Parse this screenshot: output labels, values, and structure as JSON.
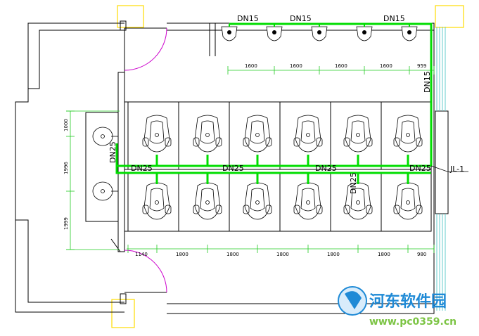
{
  "diagram": {
    "pipe_labels": {
      "top": [
        "DN15",
        "DN15",
        "DN15"
      ],
      "top_right_vertical": "DN15",
      "left_vertical": "DN25",
      "middle": [
        "DN25",
        "DN25",
        "DN25",
        "DN25"
      ],
      "middle_vertical": "DN25",
      "riser": "JL-1"
    },
    "dimensions": {
      "urinal_spacing": [
        "1600",
        "1600",
        "1600",
        "1600",
        "959"
      ],
      "stall_spacing": [
        "1140",
        "1800",
        "1800",
        "1800",
        "1800",
        "1800",
        "980"
      ],
      "left_vertical": [
        "1000",
        "1996",
        "1999"
      ]
    },
    "counts": {
      "urinals": 5,
      "upper_stalls": 6,
      "lower_stalls": 6,
      "sinks": 2
    },
    "colors": {
      "pipe": "#00dd00",
      "door_arc": "#cc00cc",
      "marker": "#ffdd00",
      "riser": "#66cccc"
    },
    "watermark": {
      "name": "河东软件园",
      "url": "www.pc0359.cn"
    }
  }
}
